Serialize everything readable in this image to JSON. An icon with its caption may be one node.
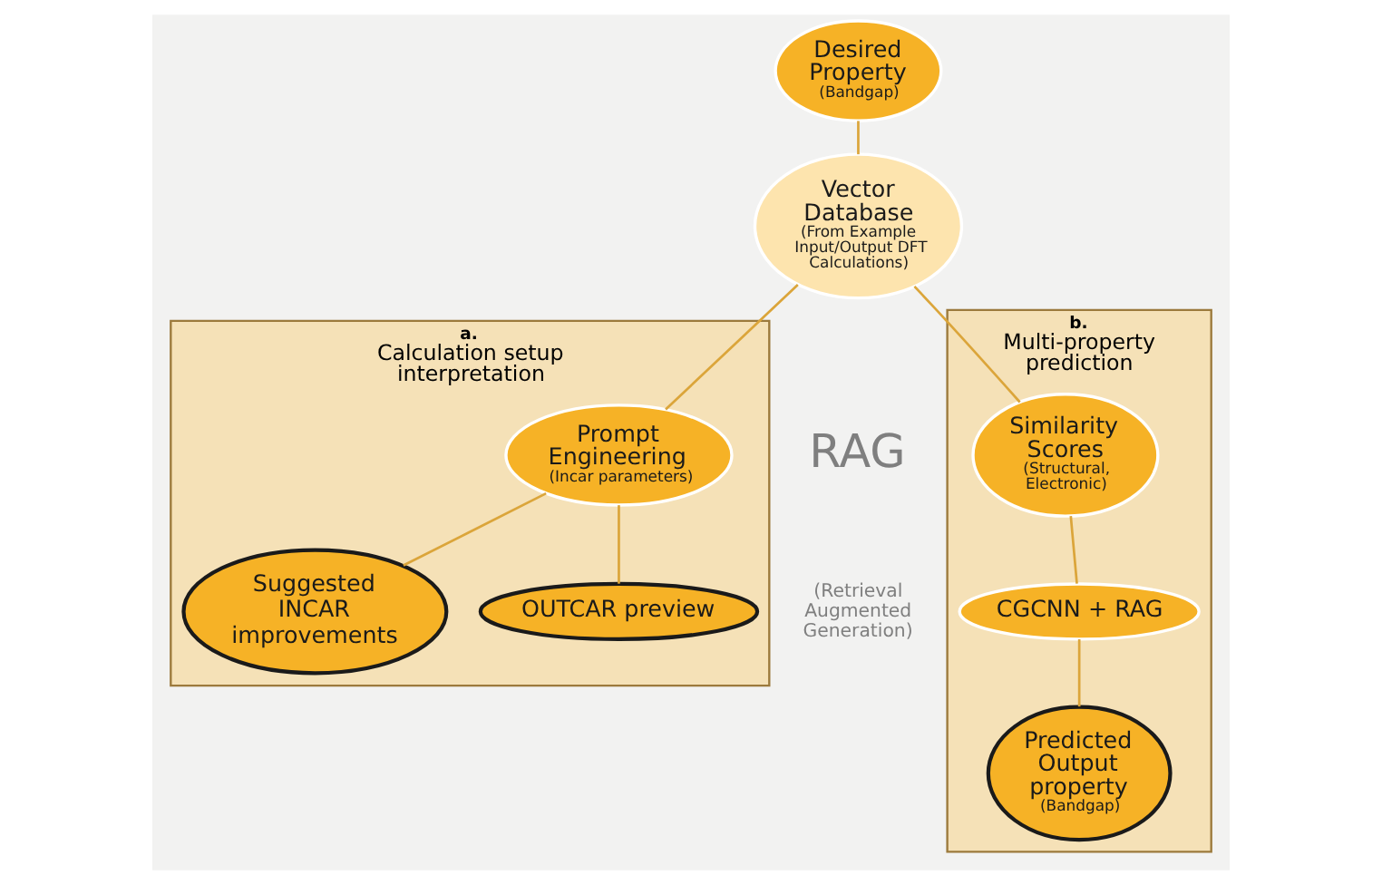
{
  "diagram": {
    "nodes": [
      {
        "text": [
          "Desired Property",
          "(Bandgap)"
        ]
      },
      {
        "text": [
          "Vector Database",
          "(From Example Input/Output DFT Calculations)"
        ]
      },
      {
        "text": [
          "a.",
          "Calculation setup interpretation"
        ]
      },
      {
        "text": [
          "Prompt Engineering",
          "(Incar parameters)"
        ],
        "in": 2
      },
      {
        "text": [
          "Suggested INCAR improvements"
        ],
        "in": 2
      },
      {
        "text": [
          "OUTCAR preview"
        ],
        "in": 2
      },
      {
        "text": [
          "b.",
          "Multi-property prediction"
        ]
      },
      {
        "text": [
          "Similarity Scores",
          "(Structural, Electronic)"
        ],
        "in": 6
      },
      {
        "text": [
          "CGCNN + RAG"
        ],
        "in": 6
      },
      {
        "text": [
          "Predicted Output property",
          "(Bandgap)"
        ],
        "in": 6
      }
    ],
    "edges": [
      {
        "from": 0,
        "to": 1,
        "arrow": "none"
      },
      {
        "from": 1,
        "to": 3,
        "arrow": "none"
      },
      {
        "from": 1,
        "to": 7,
        "arrow": "none"
      },
      {
        "from": 3,
        "to": 4,
        "arrow": "none"
      },
      {
        "from": 3,
        "to": 5,
        "arrow": "none"
      },
      {
        "from": 7,
        "to": 8,
        "arrow": "none"
      },
      {
        "from": 8,
        "to": 9,
        "arrow": "none"
      }
    ],
    "labels": [
      "RAG",
      "(Retrieval Augmented Generation)"
    ]
  }
}
